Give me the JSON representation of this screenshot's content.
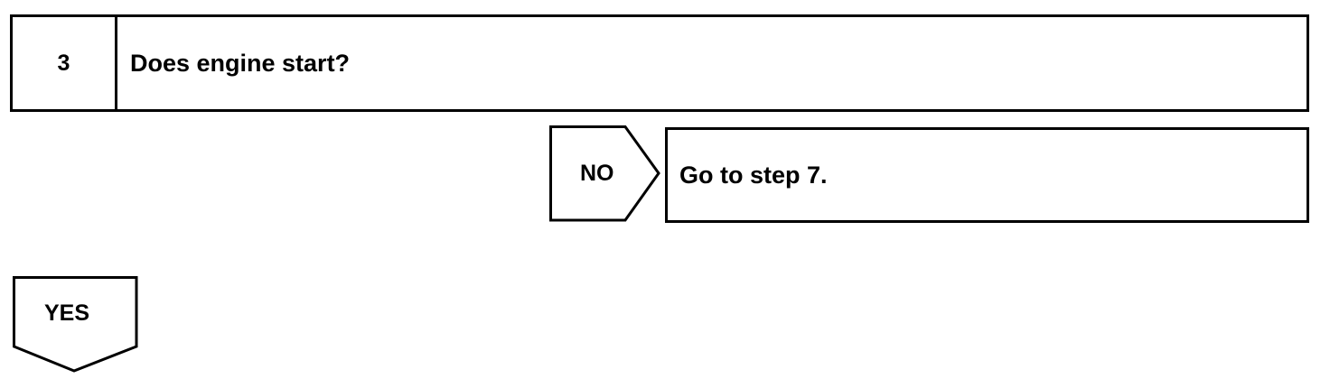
{
  "step": {
    "number": "3",
    "question": "Does engine start?"
  },
  "no_branch": {
    "label": "NO",
    "result": "Go to step 7."
  },
  "yes_branch": {
    "label": "YES"
  },
  "colors": {
    "line": "#000000",
    "background": "#ffffff"
  }
}
